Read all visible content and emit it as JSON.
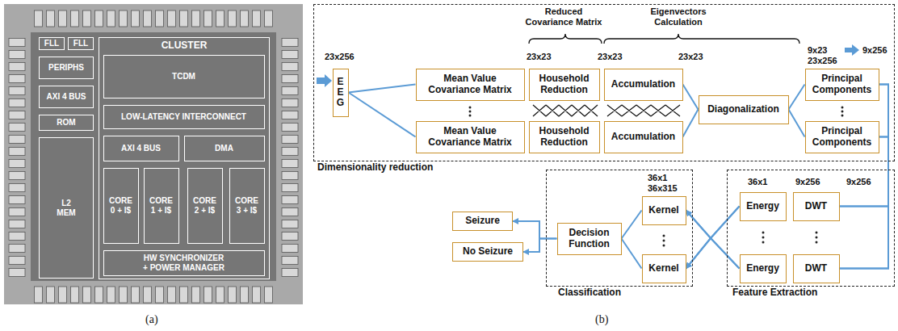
{
  "diagram": {
    "nodes": [
      {
        "text": [
          "FLL"
        ]
      },
      {
        "text": [
          "FLL"
        ]
      },
      {
        "text": [
          "PERIPHS"
        ]
      },
      {
        "text": [
          "AXI 4 BUS"
        ]
      },
      {
        "text": [
          "ROM"
        ]
      },
      {
        "text": [
          "L2 MEM"
        ]
      },
      {
        "text": [
          "CLUSTER"
        ]
      },
      {
        "text": [
          "TCDM"
        ],
        "in": 6
      },
      {
        "text": [
          "LOW-LATENCY INTERCONNECT"
        ],
        "in": 6
      },
      {
        "text": [
          "AXI 4 BUS"
        ],
        "in": 6
      },
      {
        "text": [
          "DMA"
        ],
        "in": 6
      },
      {
        "text": [
          "CORE 0 + I$"
        ],
        "in": 6
      },
      {
        "text": [
          "CORE 1 + I$"
        ],
        "in": 6
      },
      {
        "text": [
          "CORE 2 + I$"
        ],
        "in": 6
      },
      {
        "text": [
          "CORE 3 + I$"
        ],
        "in": 6
      },
      {
        "text": [
          "HW SYNCHRONIZER + POWER MANAGER"
        ],
        "in": 6
      },
      {
        "text": [
          "Dimensionality reduction"
        ]
      },
      {
        "text": [
          "EEG"
        ],
        "in": 16
      },
      {
        "text": [
          "Mean Value Covariance Matrix"
        ],
        "in": 16
      },
      {
        "text": [
          "Mean Value Covariance Matrix"
        ],
        "in": 16
      },
      {
        "text": [
          "Household Reduction"
        ],
        "in": 16
      },
      {
        "text": [
          "Household Reduction"
        ],
        "in": 16
      },
      {
        "text": [
          "Accumulation"
        ],
        "in": 16
      },
      {
        "text": [
          "Accumulation"
        ],
        "in": 16
      },
      {
        "text": [
          "Diagonalization"
        ],
        "in": 16
      },
      {
        "text": [
          "Principal Components"
        ],
        "in": 16
      },
      {
        "text": [
          "Principal Components"
        ],
        "in": 16
      },
      {
        "text": [
          "Classification"
        ]
      },
      {
        "text": [
          "Kernel"
        ],
        "in": 27
      },
      {
        "text": [
          "Kernel"
        ],
        "in": 27
      },
      {
        "text": [
          "Decision Function"
        ],
        "in": 27
      },
      {
        "text": [
          "Seizure"
        ]
      },
      {
        "text": [
          "No Seizure"
        ]
      },
      {
        "text": [
          "Feature Extraction"
        ]
      },
      {
        "text": [
          "Energy"
        ],
        "in": 33
      },
      {
        "text": [
          "Energy"
        ],
        "in": 33
      },
      {
        "text": [
          "DWT"
        ],
        "in": 33
      },
      {
        "text": [
          "DWT"
        ],
        "in": 33
      }
    ],
    "edges": [
      {
        "from": 17,
        "to": 18,
        "arrow": "none"
      },
      {
        "from": 17,
        "to": 19,
        "arrow": "none"
      },
      {
        "from": 22,
        "to": 24,
        "arrow": "none"
      },
      {
        "from": 23,
        "to": 24,
        "arrow": "none"
      },
      {
        "from": 24,
        "to": 25,
        "arrow": "none"
      },
      {
        "from": 24,
        "to": 26,
        "arrow": "none"
      },
      {
        "from": 25,
        "to": 36,
        "arrow": "none"
      },
      {
        "from": 25,
        "to": 37,
        "arrow": "none"
      },
      {
        "from": 26,
        "to": 36,
        "arrow": "none"
      },
      {
        "from": 26,
        "to": 37,
        "arrow": "none"
      },
      {
        "from": 34,
        "to": 28,
        "arrow": "to"
      },
      {
        "from": 34,
        "to": 29,
        "arrow": "to"
      },
      {
        "from": 35,
        "to": 28,
        "arrow": "to"
      },
      {
        "from": 35,
        "to": 29,
        "arrow": "to"
      },
      {
        "from": 28,
        "to": 30,
        "arrow": "none"
      },
      {
        "from": 29,
        "to": 30,
        "arrow": "none"
      },
      {
        "from": 30,
        "to": 31,
        "arrow": "to"
      },
      {
        "from": 30,
        "to": 32,
        "arrow": "to"
      }
    ],
    "labels": [
      "(a)",
      "(b)",
      "Reduced Covariance Matrix",
      "Eigenvectors Calculation",
      "23x256",
      "23x23",
      "23x23",
      "23x23",
      "9x23",
      "23x256",
      "9x256",
      "36x1",
      "36x315",
      "36x1",
      "9x256",
      "9x256"
    ]
  }
}
